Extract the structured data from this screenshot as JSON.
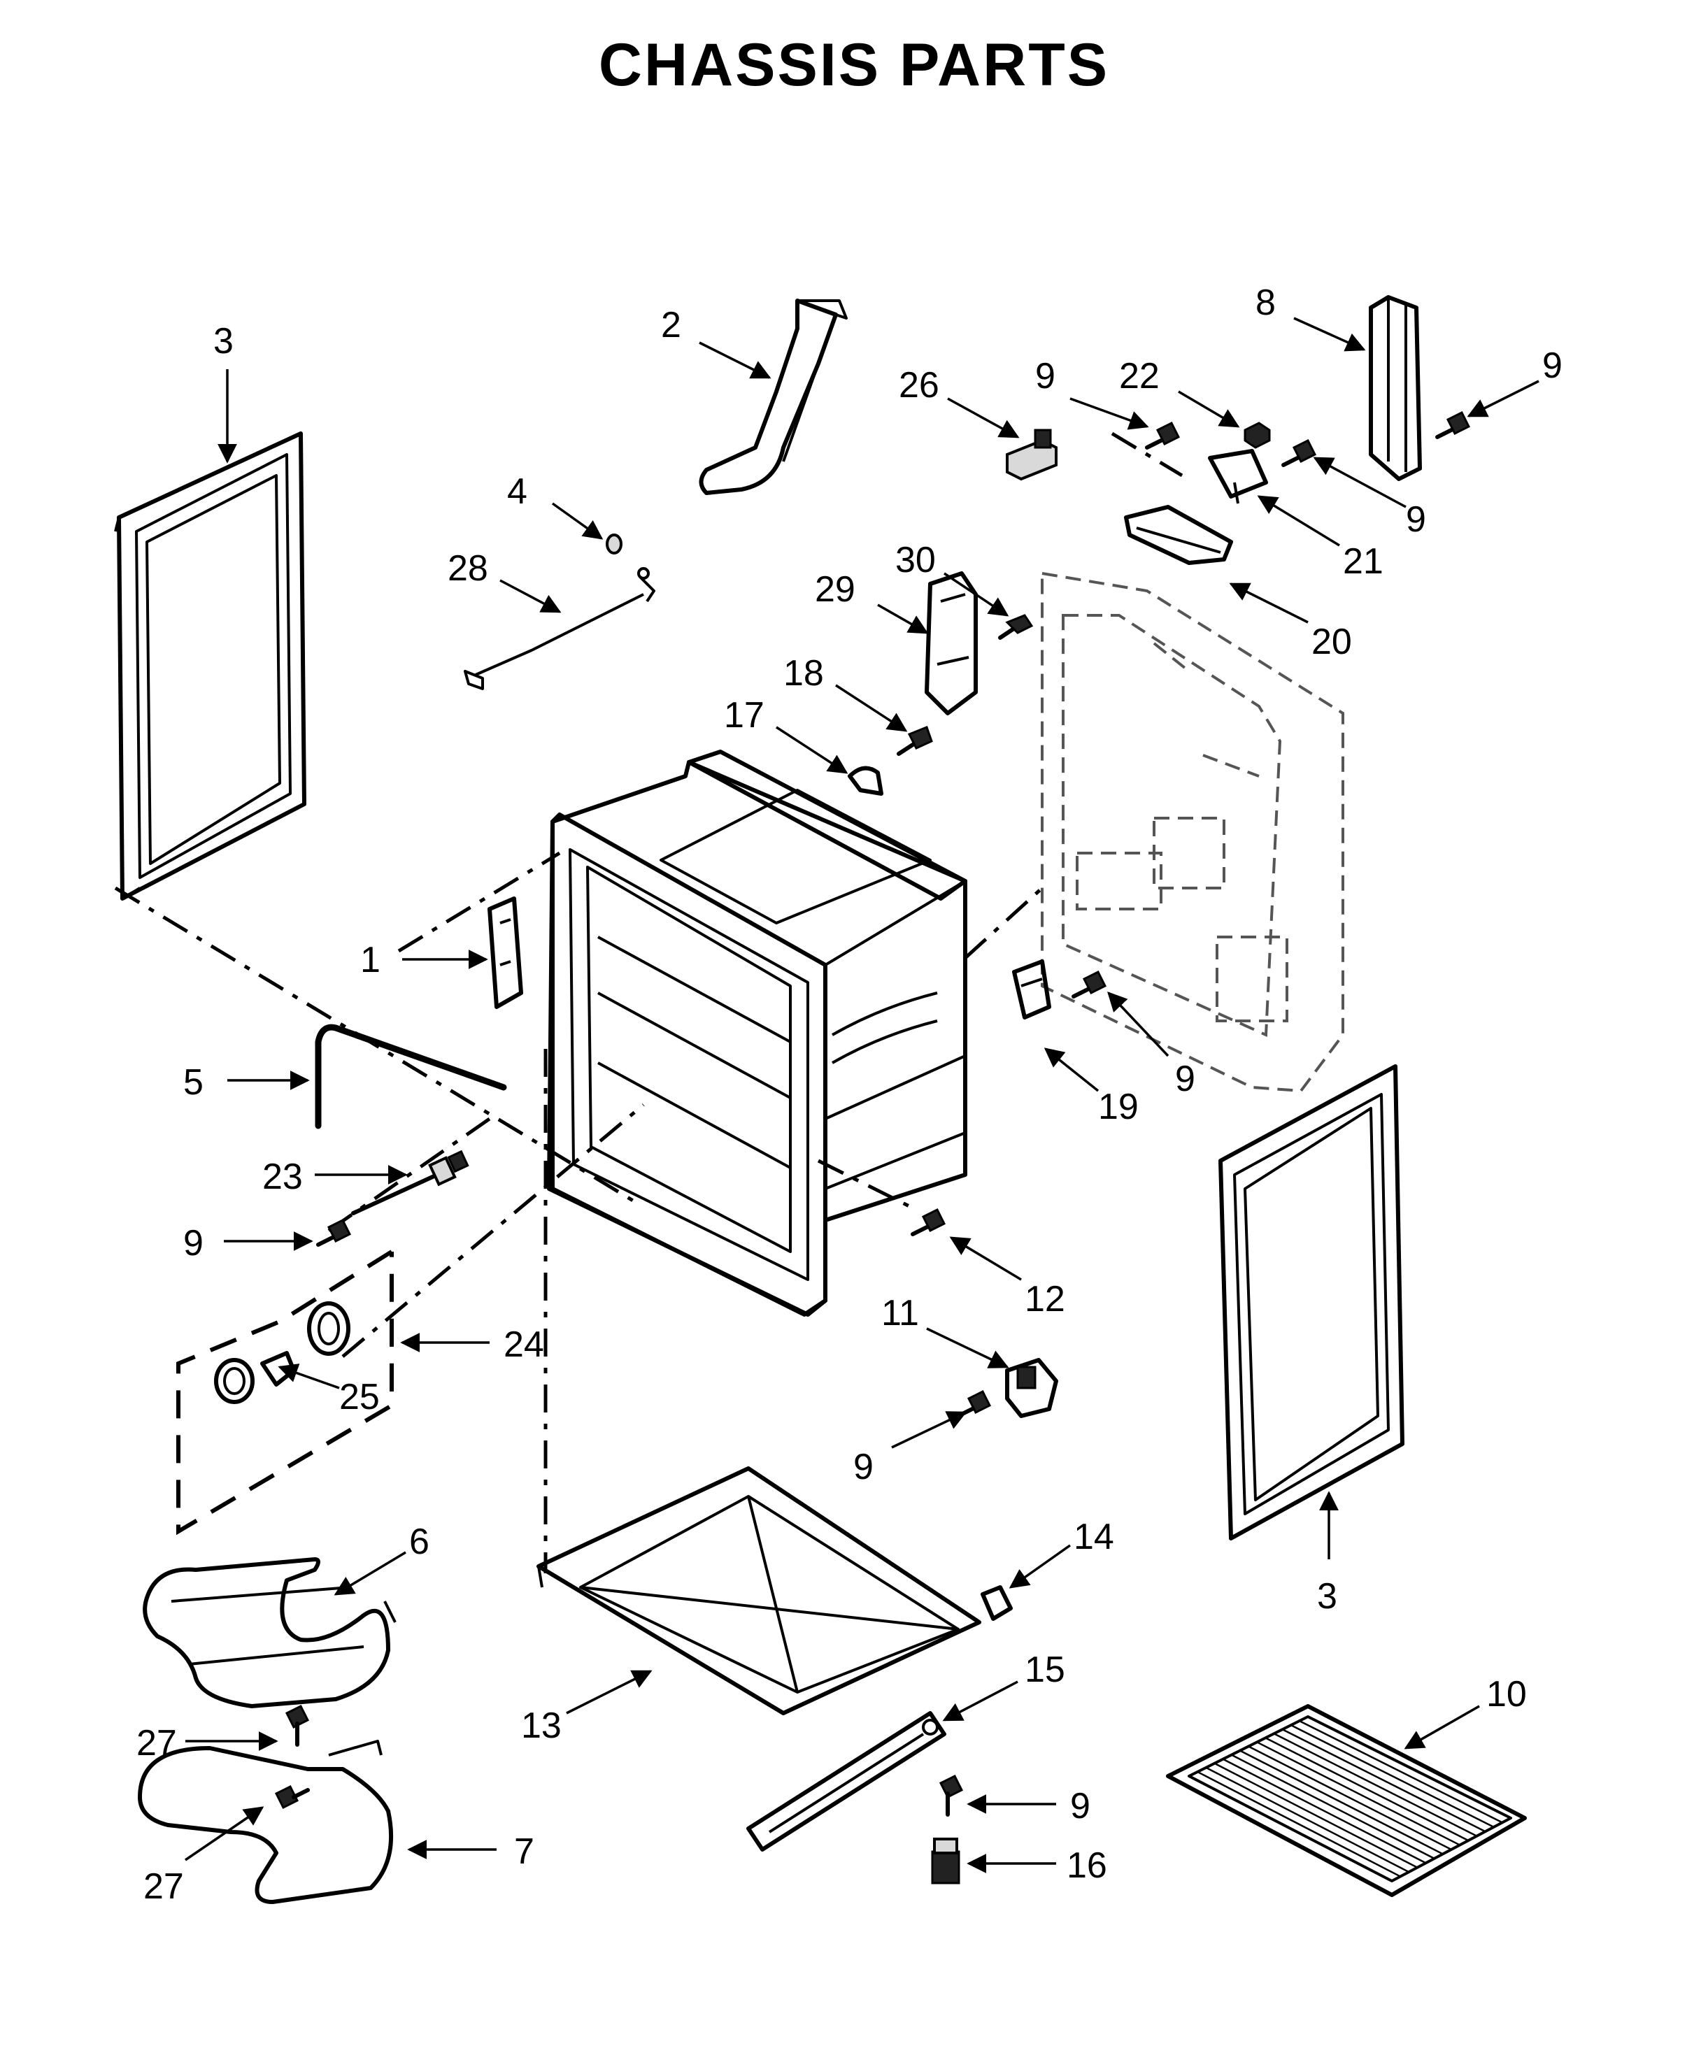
{
  "title": "CHASSIS PARTS",
  "callouts": {
    "c1": "1",
    "c2": "2",
    "c3_left": "3",
    "c3_right": "3",
    "c4": "4",
    "c5": "5",
    "c6": "6",
    "c7": "7",
    "c8": "8",
    "c9_top_left": "9",
    "c9_top_right": "9",
    "c9_right_mid": "9",
    "c9_panel": "9",
    "c9_left": "9",
    "c9_bottom_mid": "9",
    "c9_bottom_right": "9",
    "c10": "10",
    "c11": "11",
    "c12": "12",
    "c13": "13",
    "c14": "14",
    "c15": "15",
    "c16": "16",
    "c17": "17",
    "c18": "18",
    "c19": "19",
    "c20": "20",
    "c21": "21",
    "c22": "22",
    "c23": "23",
    "c24": "24",
    "c25": "25",
    "c26": "26",
    "c27_top": "27",
    "c27_bottom": "27",
    "c28": "28",
    "c29": "29",
    "c30": "30"
  }
}
